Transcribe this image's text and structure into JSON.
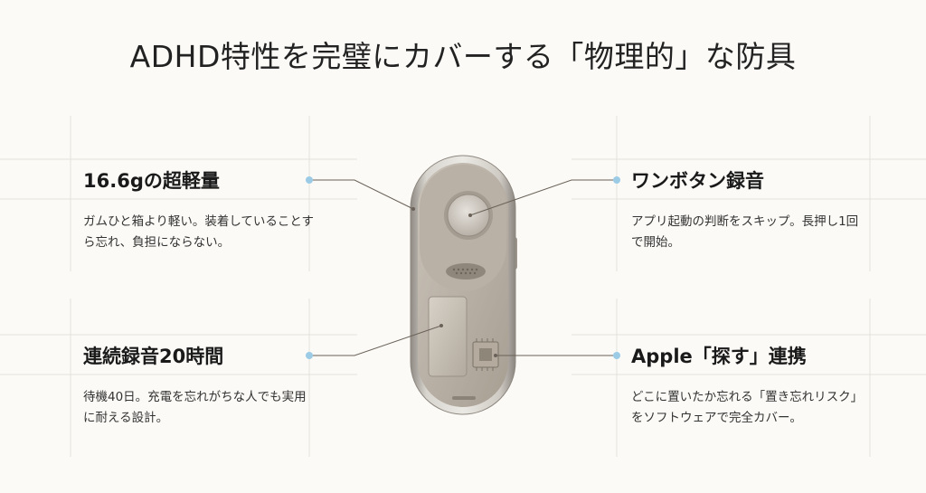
{
  "title": "ADHD特性を完璧にカバーする「物理的」な防具",
  "features": [
    {
      "title": "16.6gの超軽量",
      "desc": "ガムひと箱より軽い。装着していることすら忘れ、負担にならない。"
    },
    {
      "title": "連続録音20時間",
      "desc": "待機40日。充電を忘れがちな人でも実用に耐える設計。"
    },
    {
      "title": "ワンボタン録音",
      "desc": "アプリ起動の判断をスキップ。長押し1回で開始。"
    },
    {
      "title": "Apple「探す」連携",
      "desc": "どこに置いたか忘れる「置き忘れリスク」をソフトウェアで完全カバー。"
    }
  ],
  "colors": {
    "accent_dot": "#9ccbe6",
    "grid_line": "#e4e2dc",
    "callout_line": "#6a6258"
  }
}
